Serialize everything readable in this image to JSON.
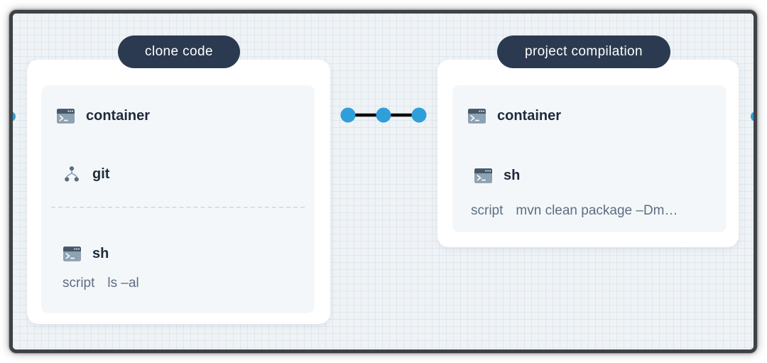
{
  "colors": {
    "stage_pill_bg": "#2b3a50",
    "stage_pill_text": "#ffffff",
    "connector_dot_blue": "#2f9fd9",
    "connector_line": "#0b0b0b",
    "step_label_color": "#1e2b3c",
    "script_text_color": "#5e6e83",
    "card_bg": "#ffffff",
    "panel_bg": "#f4f7f9",
    "canvas_bg": "#eff3f6",
    "terminal_icon_titlebar": "#47586b",
    "terminal_icon_body": "#8da2b3",
    "git_icon_color": "#5c6d80"
  },
  "stages": [
    {
      "name": "clone code",
      "steps": [
        {
          "icon": "terminal-icon",
          "label": "container"
        },
        {
          "icon": "git-fork-icon",
          "label": "git"
        },
        {
          "icon": "terminal-icon",
          "label": "sh",
          "script_label": "script",
          "script_value": "ls –al"
        }
      ]
    },
    {
      "name": "project compilation",
      "steps": [
        {
          "icon": "terminal-icon",
          "label": "container"
        },
        {
          "icon": "terminal-icon",
          "label": "sh",
          "script_label": "script",
          "script_value": "mvn clean package –Dm…"
        }
      ]
    }
  ]
}
